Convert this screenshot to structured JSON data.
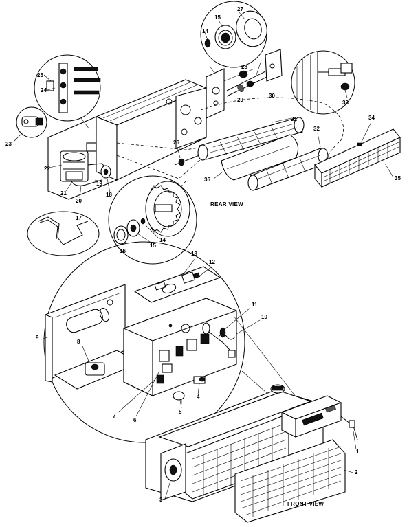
{
  "view_labels": {
    "rear": "REAR VIEW",
    "front": "FRONT VIEW"
  },
  "callouts": {
    "c1": "1",
    "c2": "2",
    "c3": "3",
    "c4": "4",
    "c5": "5",
    "c6": "6",
    "c7": "7",
    "c8": "8",
    "c9": "9",
    "c10": "10",
    "c11": "11",
    "c12": "12",
    "c13": "13",
    "c14a": "14",
    "c14b": "14",
    "c15a": "15",
    "c15b": "15",
    "c16": "16",
    "c17": "17",
    "c18": "18",
    "c19": "19",
    "c20": "20",
    "c21": "21",
    "c22": "22",
    "c23": "23",
    "c24": "24",
    "c25": "25",
    "c26": "26",
    "c27": "27",
    "c28": "28",
    "c29": "29",
    "c30": "30",
    "c31": "31",
    "c32": "32",
    "c33": "33",
    "c34": "34",
    "c35": "35",
    "c36": "36"
  }
}
